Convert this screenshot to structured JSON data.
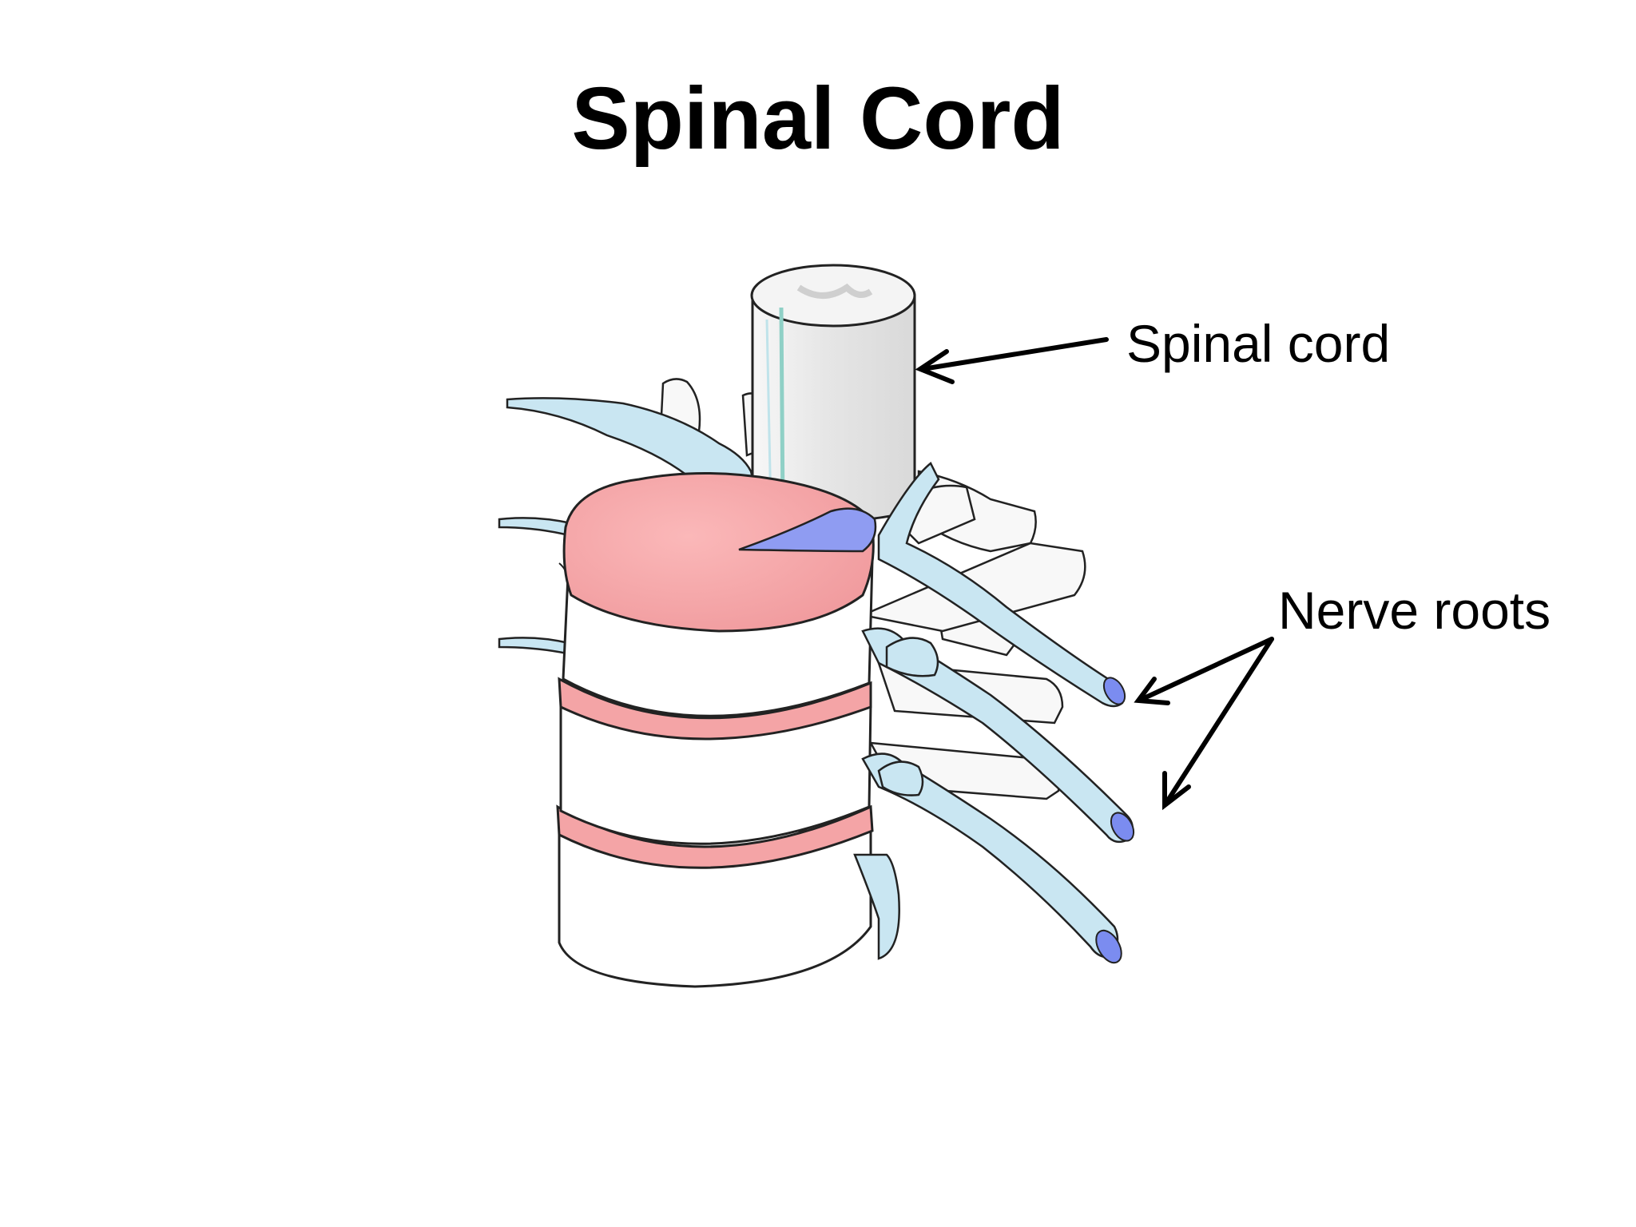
{
  "title": "Spinal Cord",
  "labels": {
    "spinal_cord": "Spinal cord",
    "nerve_roots": "Nerve roots"
  },
  "colors": {
    "disc": "#f4a4a6",
    "disc_ring": "#e9888c",
    "nerve": "#c9e6f2",
    "nerve_end": "#7b8cf0",
    "bone": "#ffffff",
    "cord": "#eeeeee",
    "outline": "#111111"
  }
}
